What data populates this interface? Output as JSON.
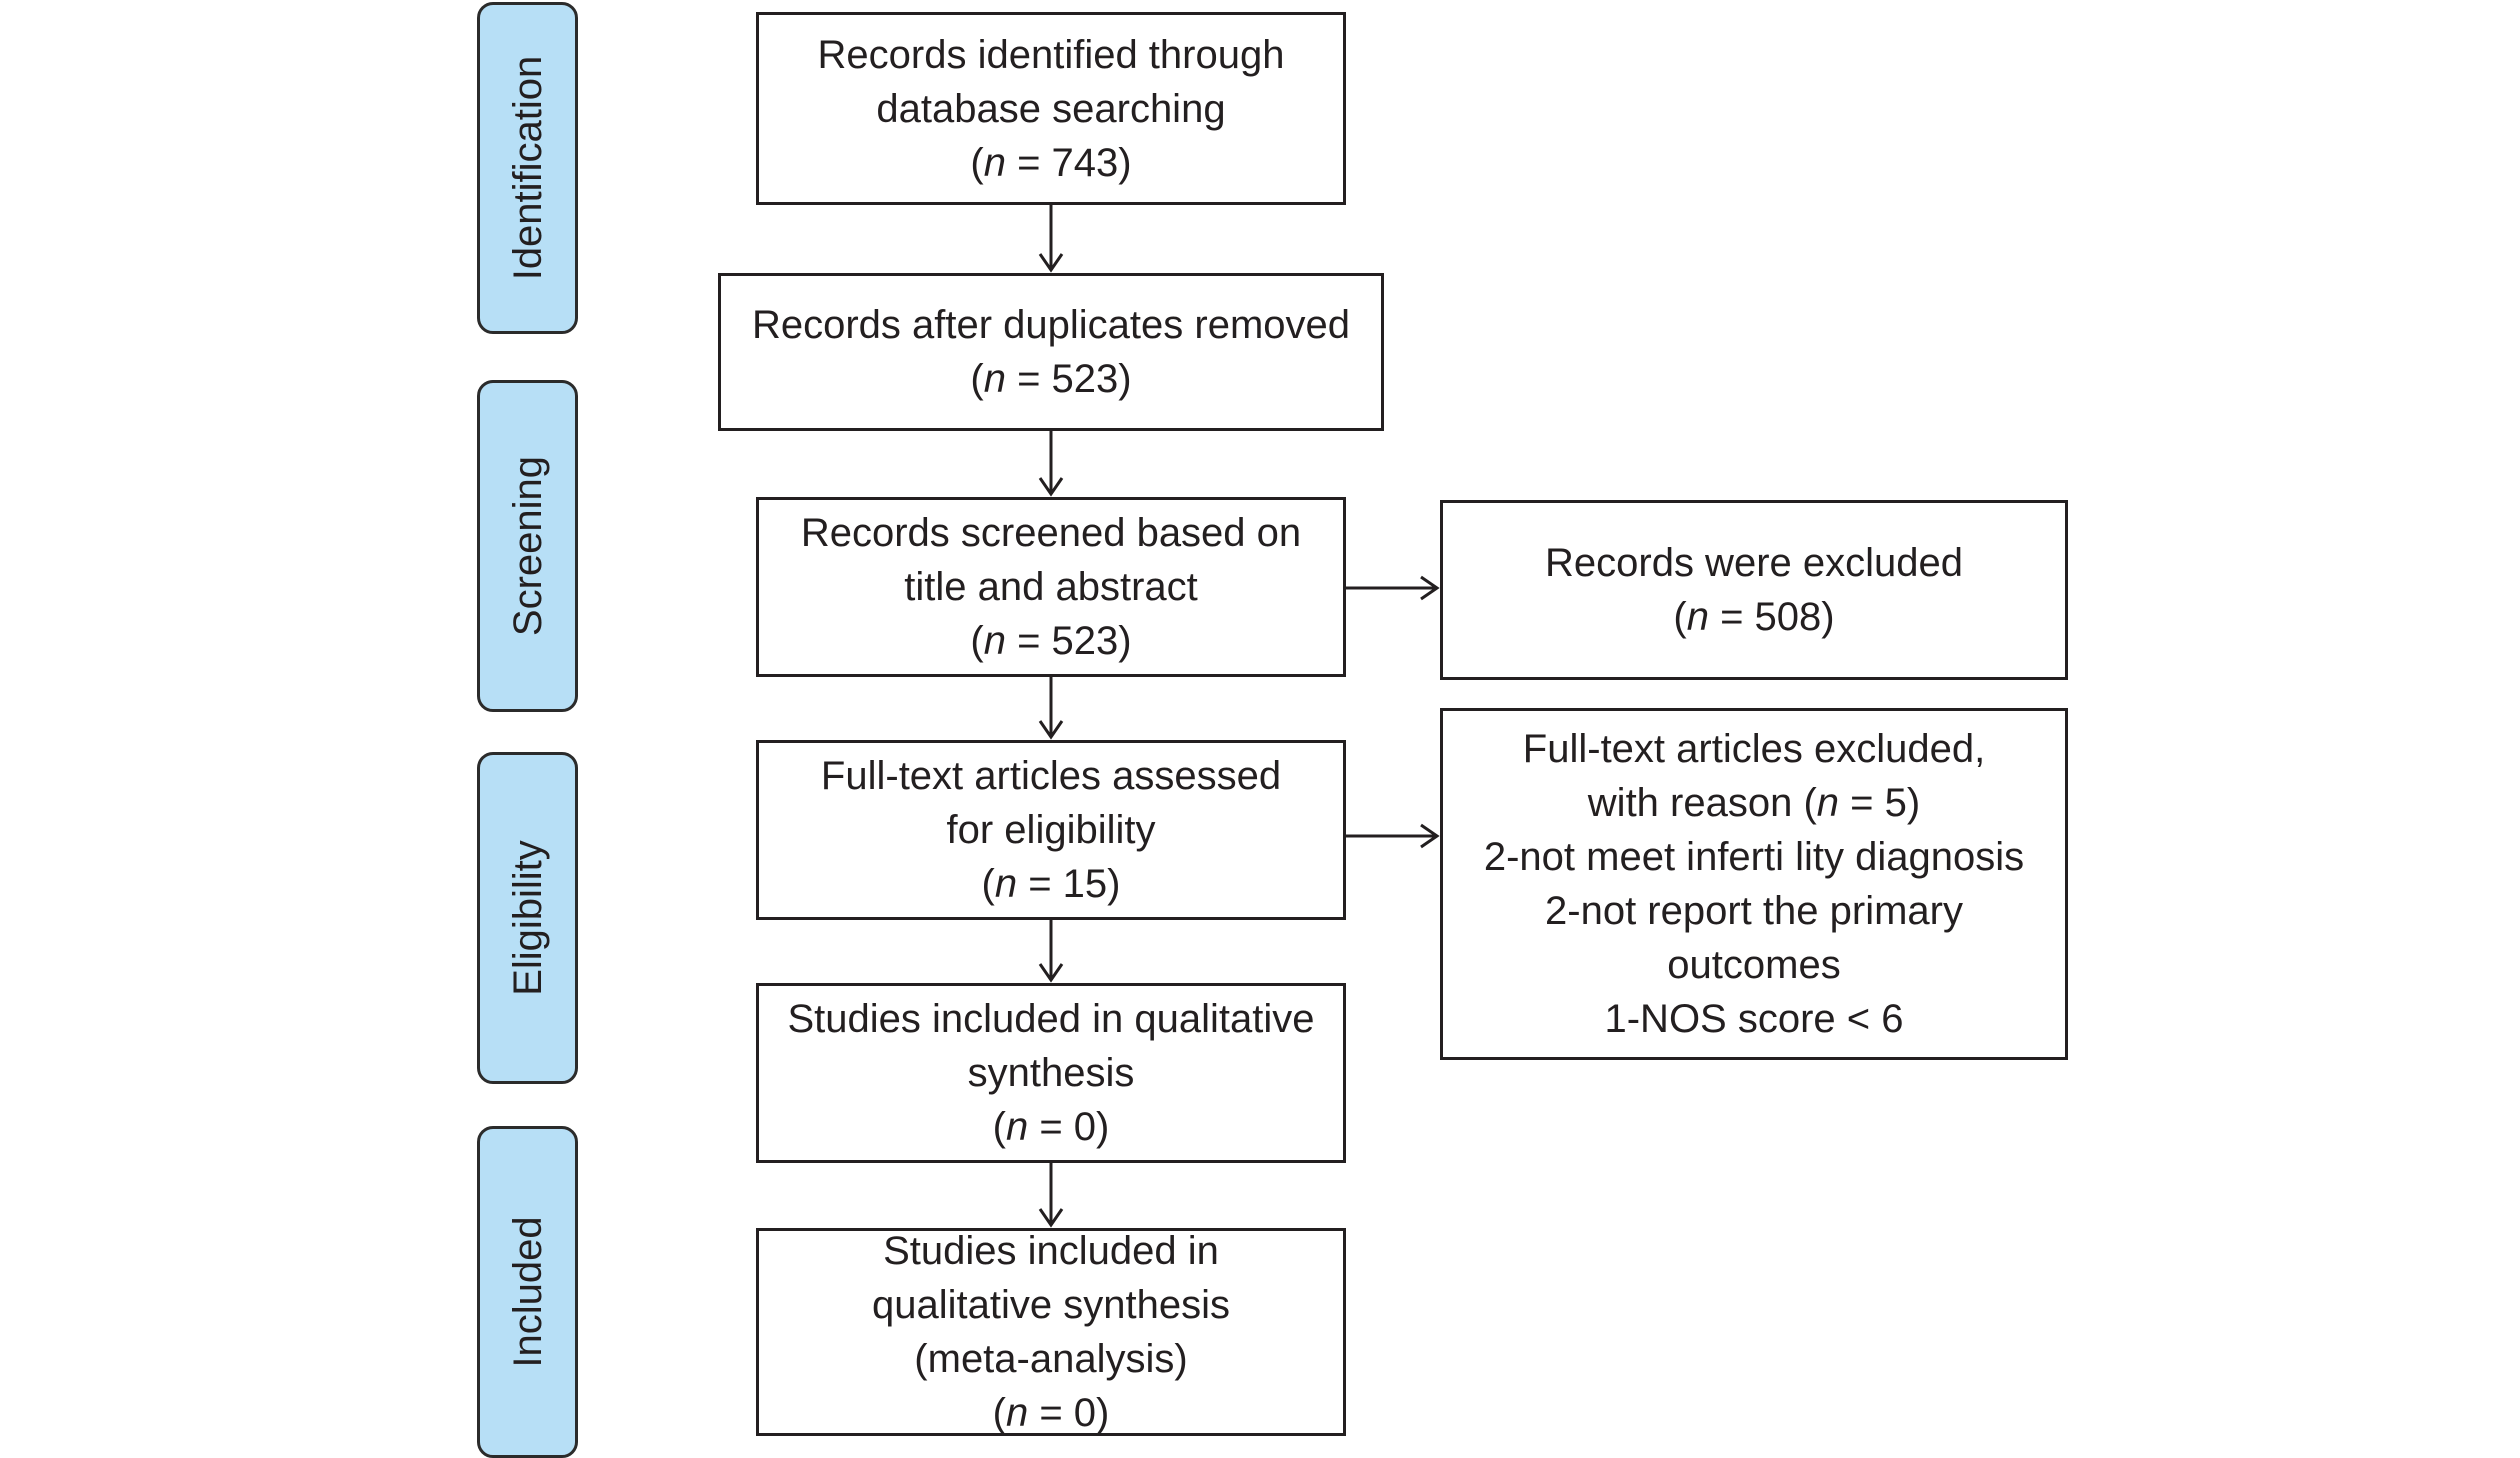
{
  "phases": {
    "identification": "Identification",
    "screening": "Screening",
    "eligibility": "Eligibility",
    "included": "Included"
  },
  "boxes": {
    "identified": {
      "lines": [
        "Records identified through",
        "database searching"
      ],
      "n_open": "(",
      "n_var": "n",
      "n_rest": " = 743)"
    },
    "after_duplicates": {
      "lines": [
        "Records after duplicates removed"
      ],
      "n_open": "(",
      "n_var": "n",
      "n_rest": " = 523)"
    },
    "screened": {
      "lines": [
        "Records screened based on",
        "title and abstract"
      ],
      "n_open": "(",
      "n_var": "n",
      "n_rest": " = 523)"
    },
    "excluded": {
      "lines": [
        "Records were excluded"
      ],
      "n_open": "(",
      "n_var": "n",
      "n_rest": " = 508)"
    },
    "full_text": {
      "lines": [
        "Full-text articles assessed",
        "for eligibility"
      ],
      "n_open": "(",
      "n_var": "n",
      "n_rest": " = 15)"
    },
    "full_text_excluded": {
      "line1": "Full-text articles excluded,",
      "reason_open": "with reason (",
      "reason_var": "n",
      "reason_rest": " = 5)",
      "reasons": [
        "2-not meet inferti lity diagnosis",
        "2-not report the primary",
        "outcomes",
        "1-NOS score < 6"
      ]
    },
    "qualitative": {
      "lines": [
        "Studies included in qualitative",
        "synthesis"
      ],
      "n_open": "(",
      "n_var": "n",
      "n_rest": " = 0)"
    },
    "meta": {
      "lines": [
        "Studies included in",
        "qualitative synthesis",
        "(meta-analysis)"
      ],
      "n_open": "(",
      "n_var": "n",
      "n_rest": " = 0)"
    }
  }
}
